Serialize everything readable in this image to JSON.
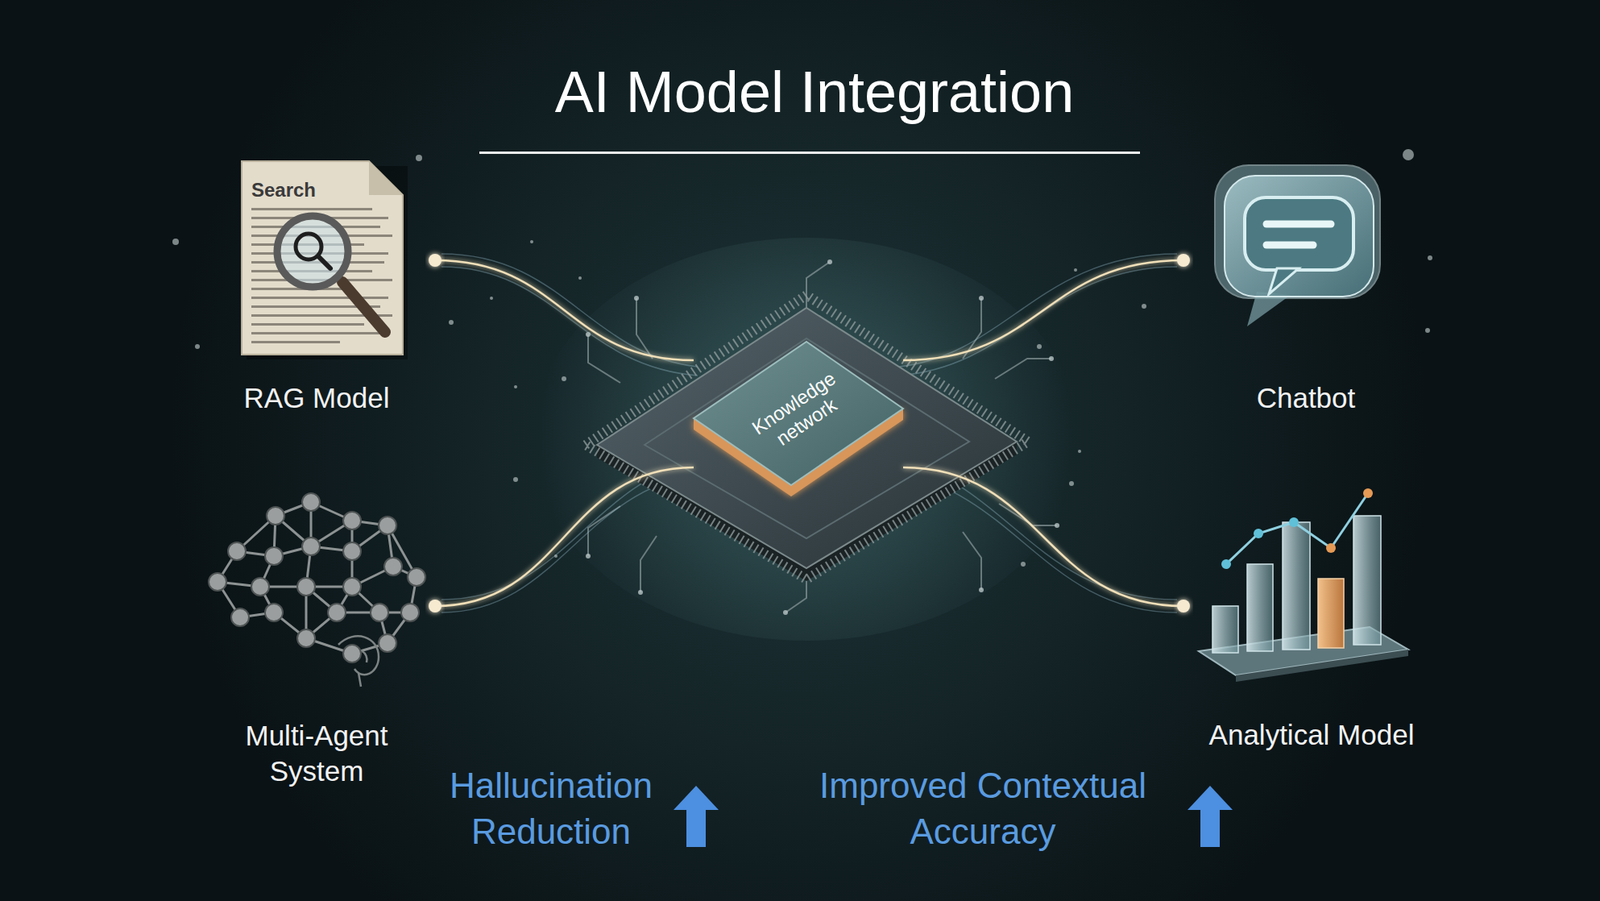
{
  "diagram": {
    "title": "AI Model Integration",
    "nodes": [
      {
        "text": [
          "Search",
          "RAG Model"
        ]
      },
      {
        "text": [
          "Multi-Agent System"
        ]
      },
      {
        "text": [
          "Knowledge network"
        ]
      },
      {
        "text": [
          "Chatbot"
        ]
      },
      {
        "text": [
          "Analytical Model"
        ]
      }
    ],
    "edges": [
      {
        "from": 0,
        "to": 2,
        "arrow": "none"
      },
      {
        "from": 1,
        "to": 2,
        "arrow": "none"
      },
      {
        "from": 2,
        "to": 3,
        "arrow": "none"
      },
      {
        "from": 2,
        "to": 4,
        "arrow": "none"
      }
    ],
    "labels": [
      "Hallucination Reduction",
      "Improved Contextual Accuracy"
    ]
  }
}
